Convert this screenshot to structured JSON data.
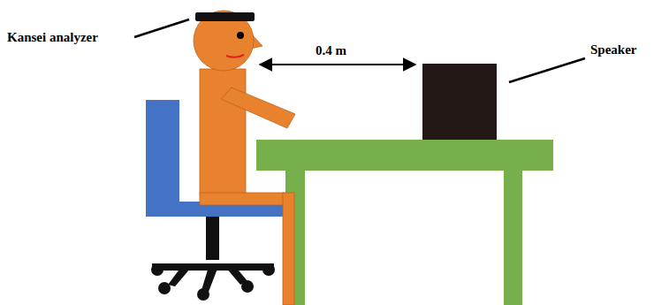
{
  "diagram": {
    "labels": [
      "Kansei analyzer",
      "0.4 m",
      "Speaker"
    ]
  }
}
